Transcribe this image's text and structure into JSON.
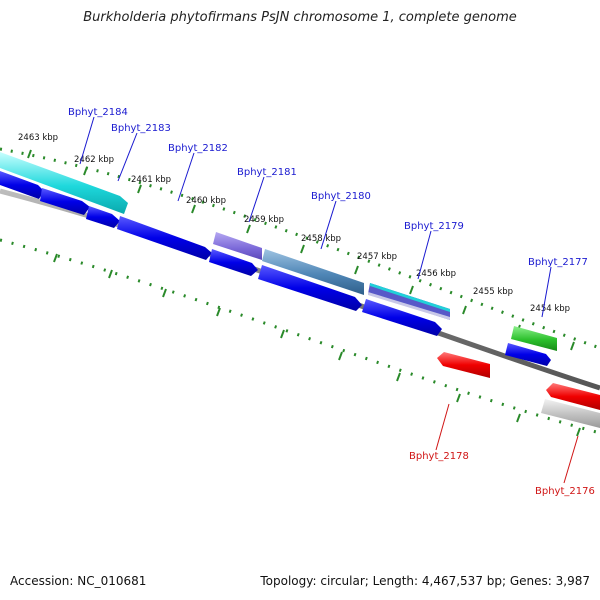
{
  "title": "Burkholderia phytofirmans PsJN chromosome 1, complete genome",
  "footer": {
    "accession": "Accession: NC_010681",
    "summary": "Topology: circular; Length: 4,467,537 bp; Genes: 3,987"
  },
  "colors": {
    "tick": "#2a8a2a",
    "backbone": "#8f8f8f",
    "label_top": "#1a1ad0",
    "label_bottom": "#d01515"
  },
  "kbp_labels": [
    "2463 kbp",
    "2462 kbp",
    "2461 kbp",
    "2460 kbp",
    "2459 kbp",
    "2458 kbp",
    "2457 kbp",
    "2456 kbp",
    "2455 kbp",
    "2454 kbp"
  ],
  "gene_labels": [
    {
      "name": "Bphyt_2184",
      "strand": "top"
    },
    {
      "name": "Bphyt_2183",
      "strand": "top"
    },
    {
      "name": "Bphyt_2182",
      "strand": "top"
    },
    {
      "name": "Bphyt_2181",
      "strand": "top"
    },
    {
      "name": "Bphyt_2180",
      "strand": "top"
    },
    {
      "name": "Bphyt_2179",
      "strand": "top"
    },
    {
      "name": "Bphyt_2177",
      "strand": "top"
    },
    {
      "name": "Bphyt_2178",
      "strand": "bottom"
    },
    {
      "name": "Bphyt_2176",
      "strand": "bottom"
    }
  ]
}
